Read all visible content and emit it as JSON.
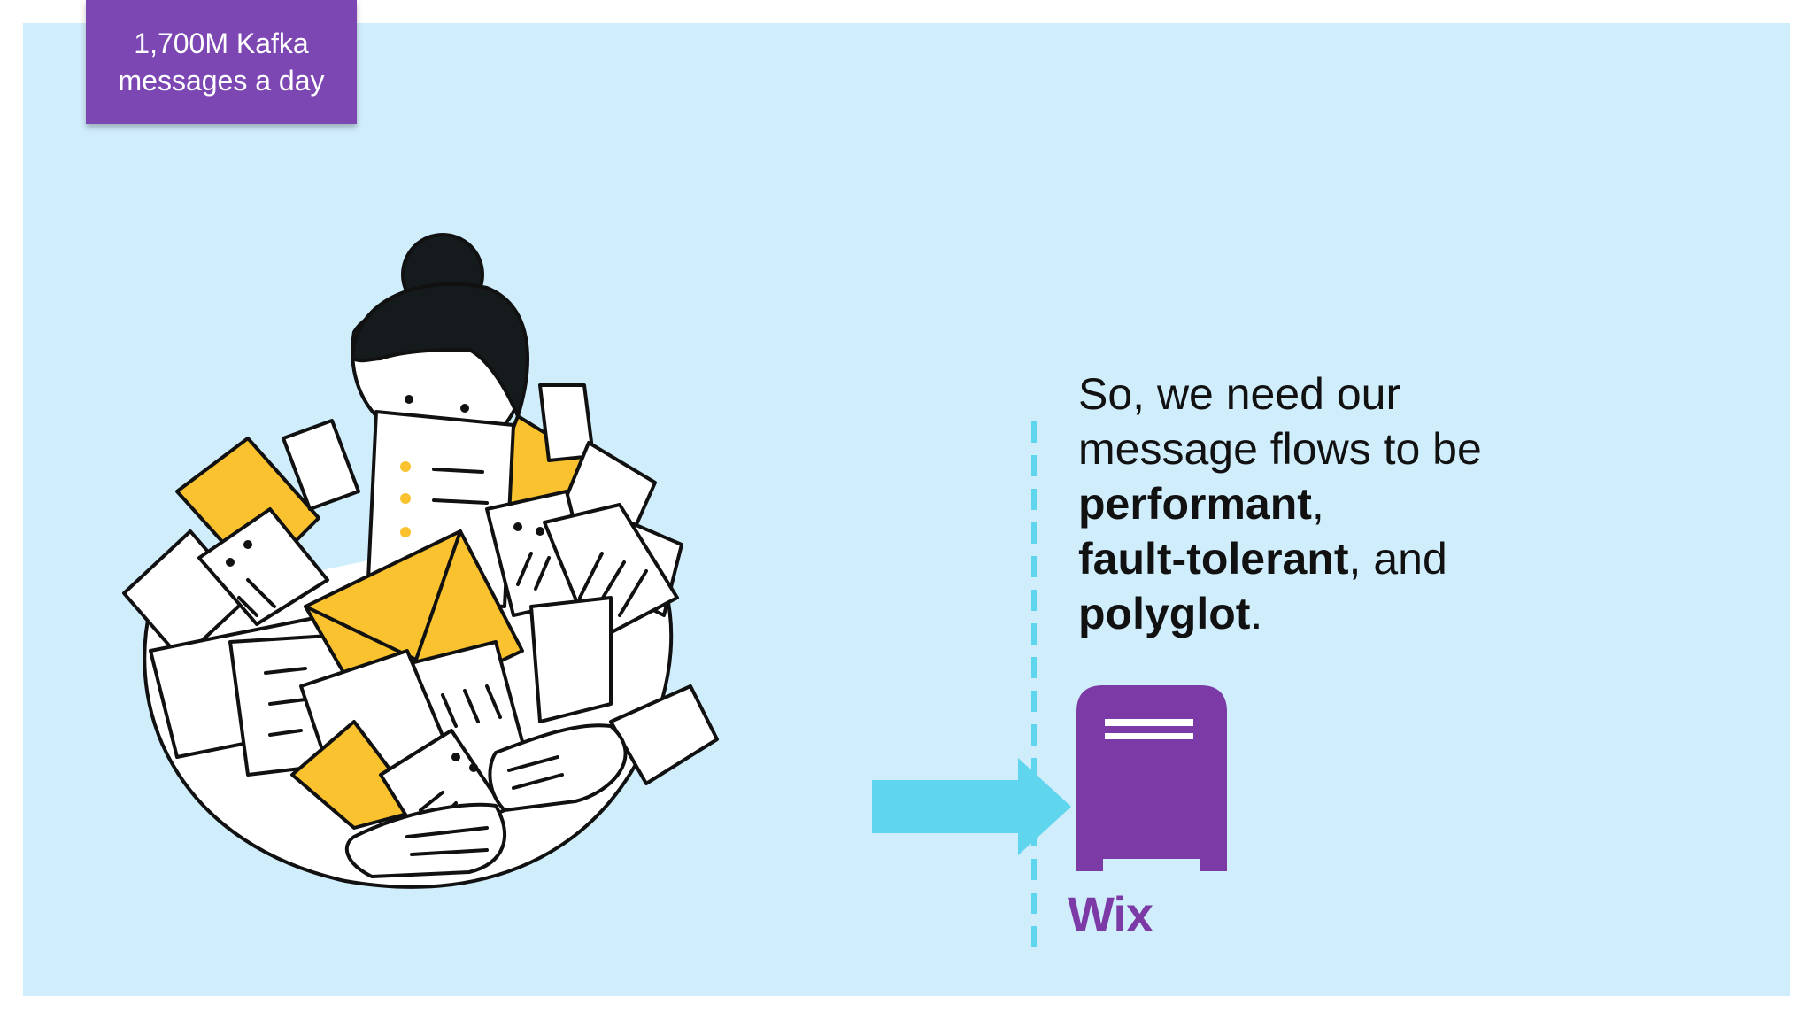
{
  "badge": {
    "line1": "1,700M Kafka",
    "line2": "messages a day"
  },
  "message": {
    "line1": "So, we need our",
    "line2": "message flows to be",
    "bold1": "performant",
    "sep1": ",",
    "bold2": "fault-tolerant",
    "sep2": ", and",
    "bold3": "polyglot",
    "sep3": "."
  },
  "brand": {
    "name": "Wix"
  },
  "icons": [
    "person-with-letters-illustration",
    "arrow-right-icon",
    "mailbox-icon"
  ],
  "colors": {
    "background": "#d0edfc",
    "badge": "#7d47b3",
    "brand": "#7b3aa6",
    "arrow": "#5fd5ee",
    "envelope": "#f9c22e"
  }
}
